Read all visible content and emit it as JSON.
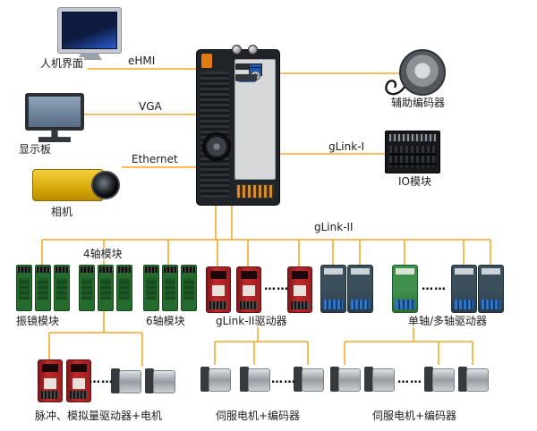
{
  "devices": {
    "hmi": "人机界面",
    "display": "显示板",
    "camera": "相机",
    "aux_encoder": "辅助编码器",
    "io_module": "IO模块",
    "galvo": "振镜模块",
    "axis4": "4轴模块",
    "axis6": "6轴模块",
    "glink2_drives": "gLink-II驱动器",
    "single_multi_drives": "单轴/多轴驱动器",
    "pulse_analog": "脉冲、模拟量驱动器+电机",
    "servo_encoder_a": "伺服电机+编码器",
    "servo_encoder_b": "伺服电机+编码器"
  },
  "connections": {
    "ehmi": "eHMI",
    "vga": "VGA",
    "ethernet": "Ethernet",
    "glink1": "gLink-I",
    "glink2": "gLink-II"
  },
  "ellipsis": "……",
  "colors": {
    "wire": "#F7A825"
  }
}
